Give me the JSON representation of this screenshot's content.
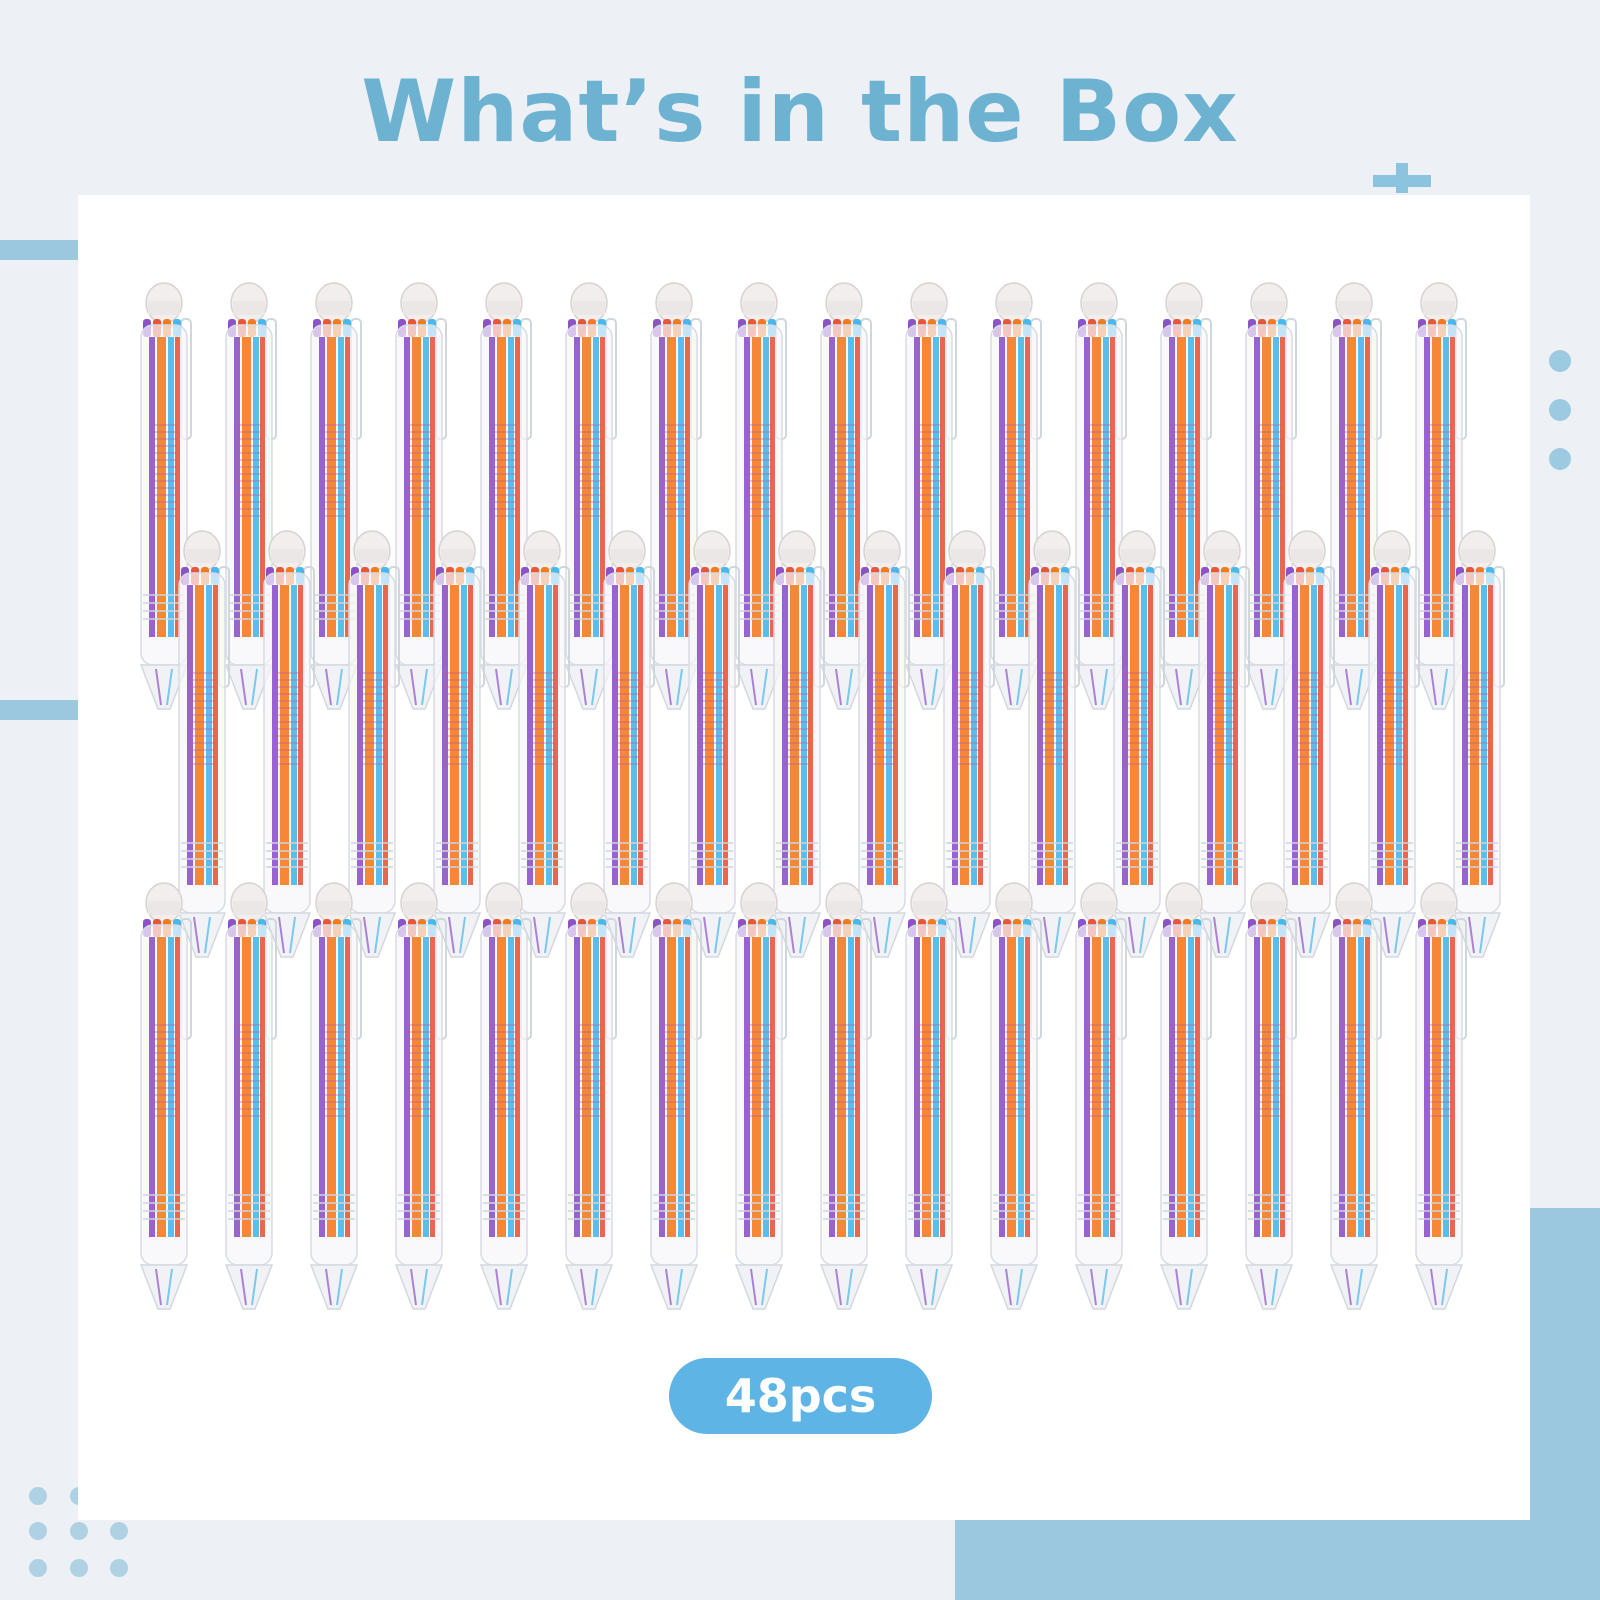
{
  "title": "What’s in the Box",
  "badge": "48pcs",
  "product": {
    "rows": 3,
    "per_row": 16,
    "ink_colors": [
      "#f47a20",
      "#8e52c8",
      "#47b7ec",
      "#e8563a"
    ]
  },
  "colors": {
    "background": "#edf1f5",
    "accent": "#6eb2d1",
    "badge": "#5fb4e6",
    "deco": "#9cc8df"
  }
}
